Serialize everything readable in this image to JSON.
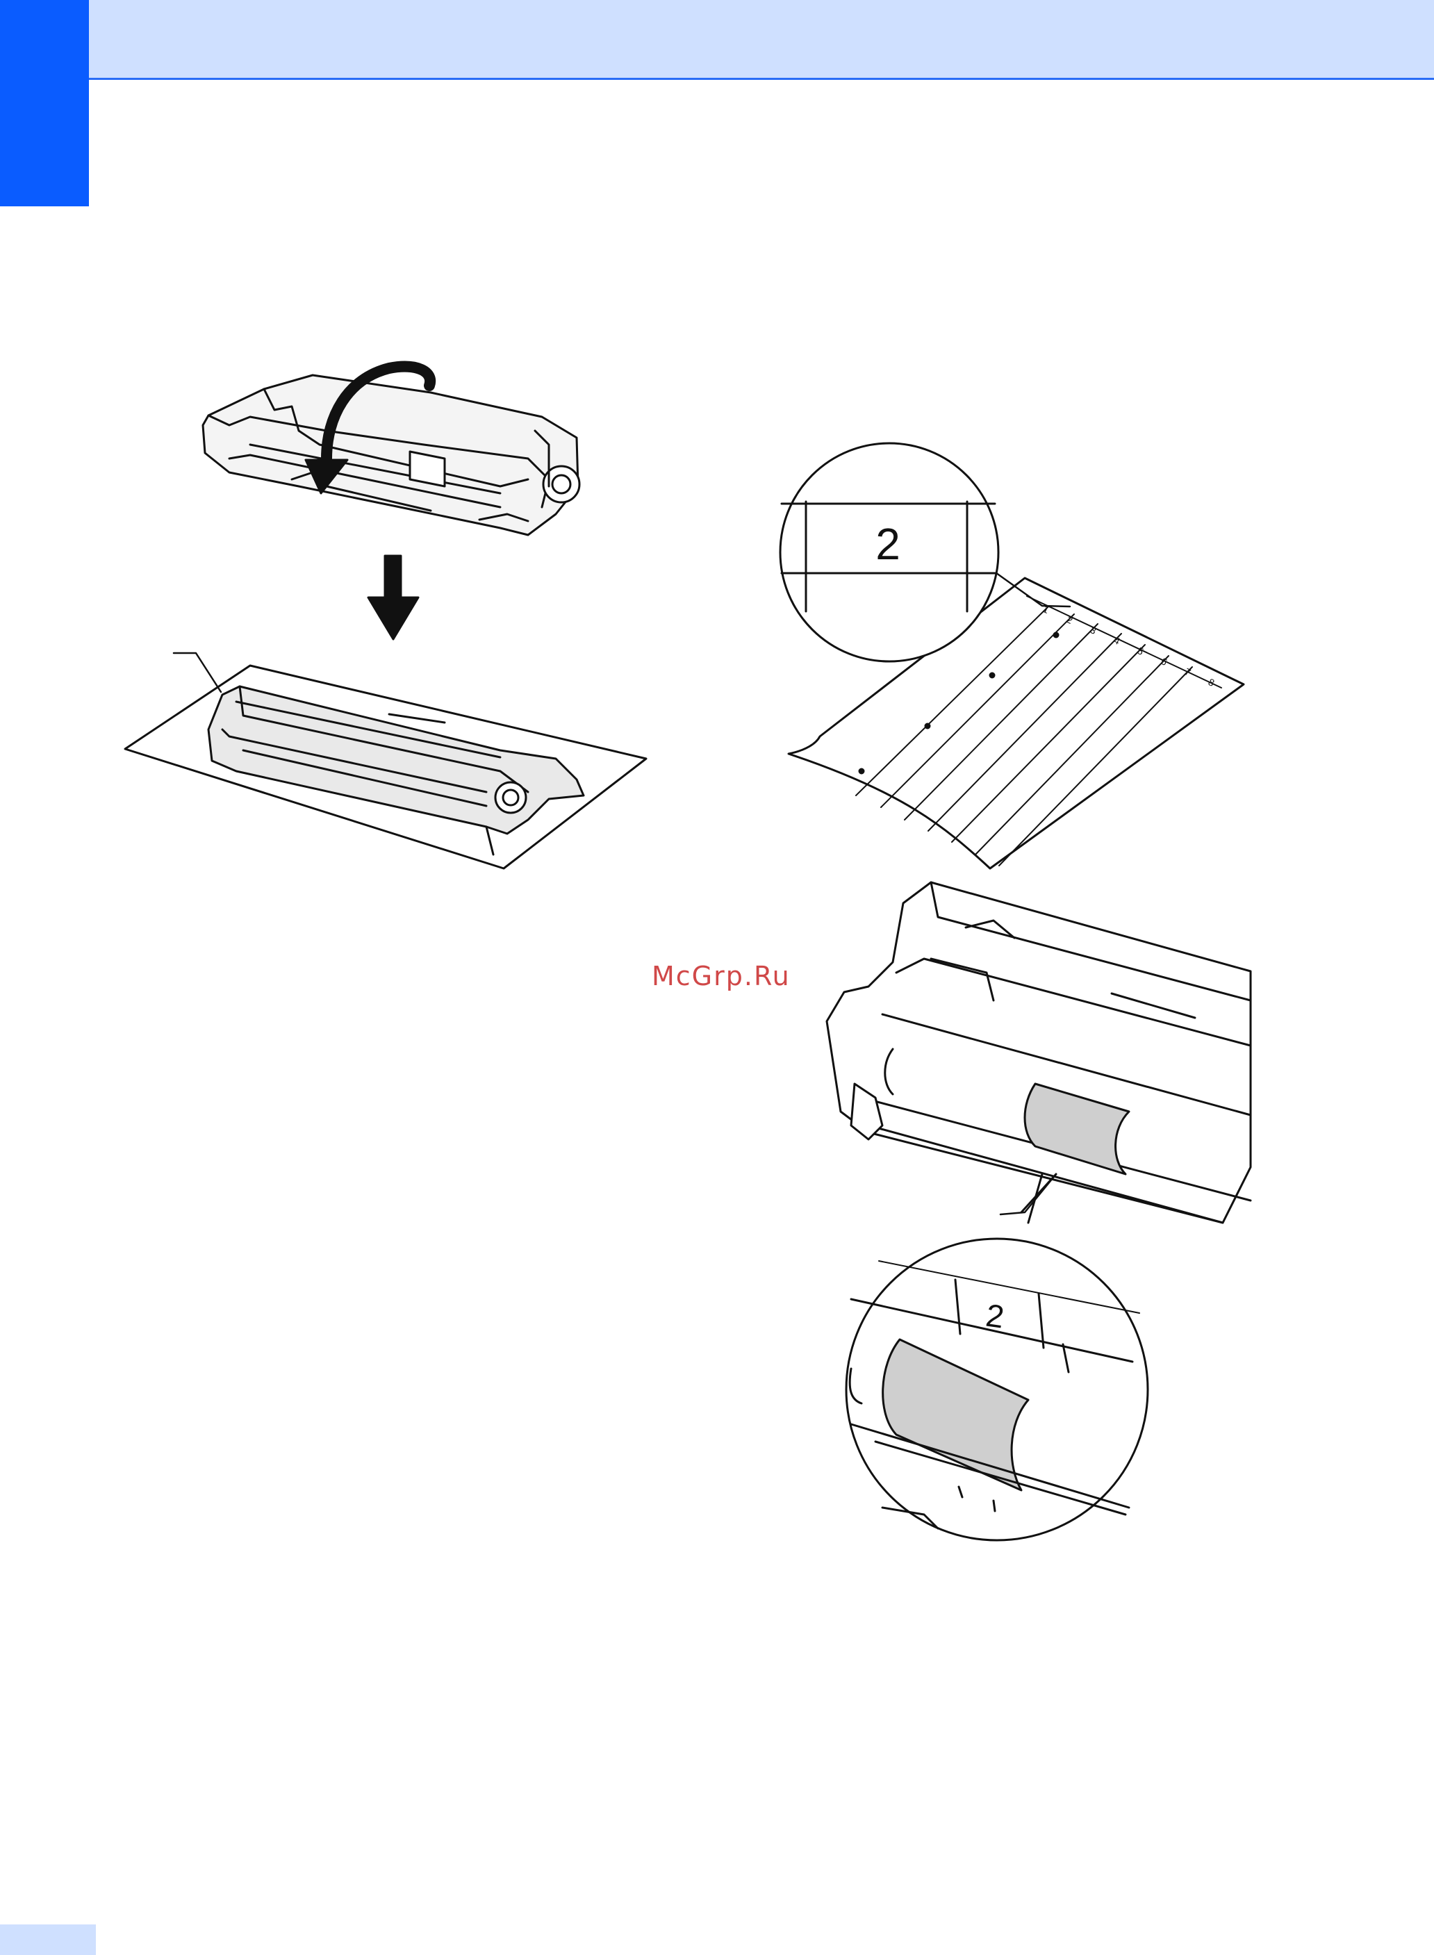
{
  "watermark": {
    "text": "McGrp.Ru",
    "color": "#d04848"
  },
  "zoom_sheet": {
    "column_label": "2"
  },
  "zoom_drum": {
    "column_label": "2"
  },
  "sheet_column_labels": [
    "1",
    "2",
    "3",
    "4",
    "5",
    "6",
    "7",
    "8"
  ],
  "colors": {
    "header_band": "#cfe0ff",
    "side_tab": "#0a5cff",
    "header_rule": "#2a6df6",
    "mark_fill": "#cfcfcf"
  }
}
